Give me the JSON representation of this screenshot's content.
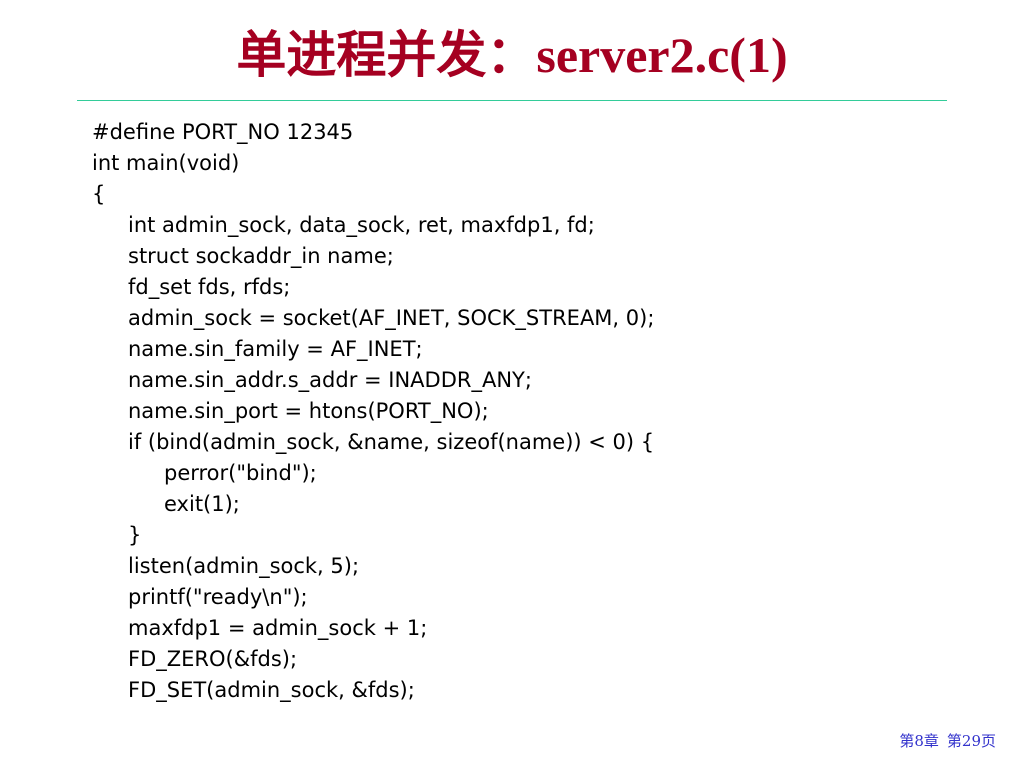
{
  "slide": {
    "title_cn": "单进程并发：",
    "title_code": "server2.c(1)",
    "code_lines": [
      {
        "text": "#define PORT_NO 12345",
        "indent": 0
      },
      {
        "text": "int main(void)",
        "indent": 0
      },
      {
        "text": "{",
        "indent": 0
      },
      {
        "text": "int admin_sock, data_sock, ret, maxfdp1, fd;",
        "indent": 1
      },
      {
        "text": "struct sockaddr_in name;",
        "indent": 1
      },
      {
        "text": "fd_set fds, rfds;",
        "indent": 1
      },
      {
        "text": "admin_sock = socket(AF_INET, SOCK_STREAM, 0);",
        "indent": 1
      },
      {
        "text": "name.sin_family = AF_INET;",
        "indent": 1
      },
      {
        "text": "name.sin_addr.s_addr = INADDR_ANY;",
        "indent": 1
      },
      {
        "text": "name.sin_port = htons(PORT_NO);",
        "indent": 1
      },
      {
        "text": "if (bind(admin_sock, &name, sizeof(name)) < 0) {",
        "indent": 1
      },
      {
        "text": "perror(\"bind\");",
        "indent": 2
      },
      {
        "text": "exit(1);",
        "indent": 2
      },
      {
        "text": "}",
        "indent": 1
      },
      {
        "text": "listen(admin_sock, 5);",
        "indent": 1
      },
      {
        "text": "printf(\"ready\\n\");",
        "indent": 1
      },
      {
        "text": "maxfdp1 = admin_sock + 1;",
        "indent": 1
      },
      {
        "text": "FD_ZERO(&fds);",
        "indent": 1
      },
      {
        "text": "FD_SET(admin_sock, &fds);",
        "indent": 1
      }
    ],
    "footer": {
      "chapter": "第8章",
      "page": "第29页"
    },
    "colors": {
      "title": "#a50021",
      "rule": "#33cc99",
      "footer": "#3333cc"
    }
  }
}
